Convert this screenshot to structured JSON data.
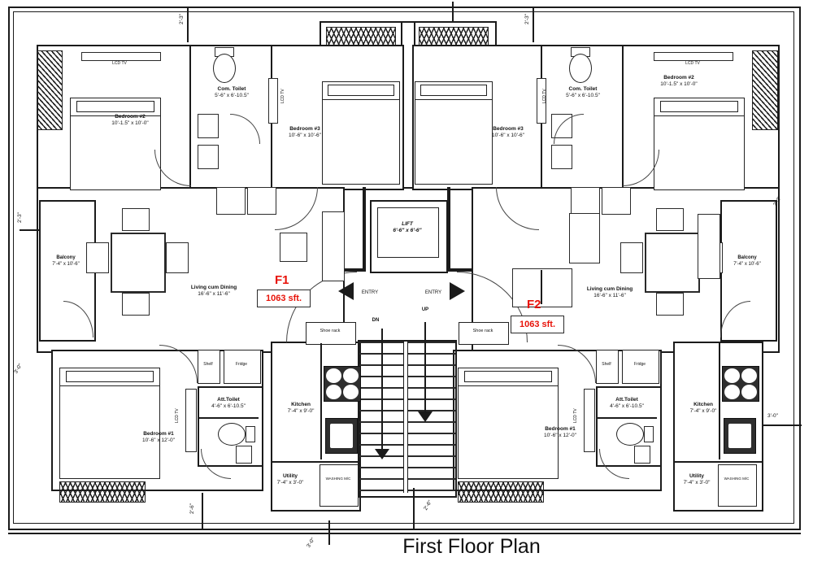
{
  "title": "First Floor Plan",
  "colors": {
    "line": "#1b1b1b",
    "accent_red": "#e81309"
  },
  "flats": {
    "f1": {
      "label": "F1",
      "area": "1063 sft."
    },
    "f2": {
      "label": "F2",
      "area": "1063 sft."
    }
  },
  "rooms": {
    "bedroom1": {
      "name": "Bedroom #1",
      "dims": "10'-6\" x 12'-0\""
    },
    "bedroom2": {
      "name": "Bedroom #2",
      "dims": "10'-1.5\" x 10'-0\""
    },
    "bedroom3": {
      "name": "Bedroom #3",
      "dims": "10'-6\" x 10'-6\""
    },
    "com_toilet": {
      "name": "Com. Toilet",
      "dims": "5'-6\" x 6'-10.5\""
    },
    "att_toilet": {
      "name": "Att.Toilet",
      "dims": "4'-6\" x 6'-10.5\""
    },
    "living": {
      "name": "Living cum Dining",
      "dims": "16'-6\" x 11'-6\""
    },
    "balcony": {
      "name": "Balcony",
      "dims": "7'-4\" x 10'-6\""
    },
    "kitchen": {
      "name": "Kitchen",
      "dims": "7'-4\" x 9'-0\""
    },
    "utility": {
      "name": "Utility",
      "dims": "7'-4\" x 3'-0\""
    },
    "lift": {
      "name": "LIFT",
      "dims": "6'-6\" x 6'-6\""
    }
  },
  "labels": {
    "entry": "ENTRY",
    "up": "UP",
    "dn": "DN",
    "shoe_rack": "Shoe rack",
    "shelf": "Shelf",
    "fridge": "Fridge",
    "lcd_tv": "LCD TV",
    "washing_machine": "WASHING M/C"
  },
  "dims": {
    "d23": "2'-3\"",
    "d26": "2'-6\"",
    "d30": "3'-0\""
  }
}
